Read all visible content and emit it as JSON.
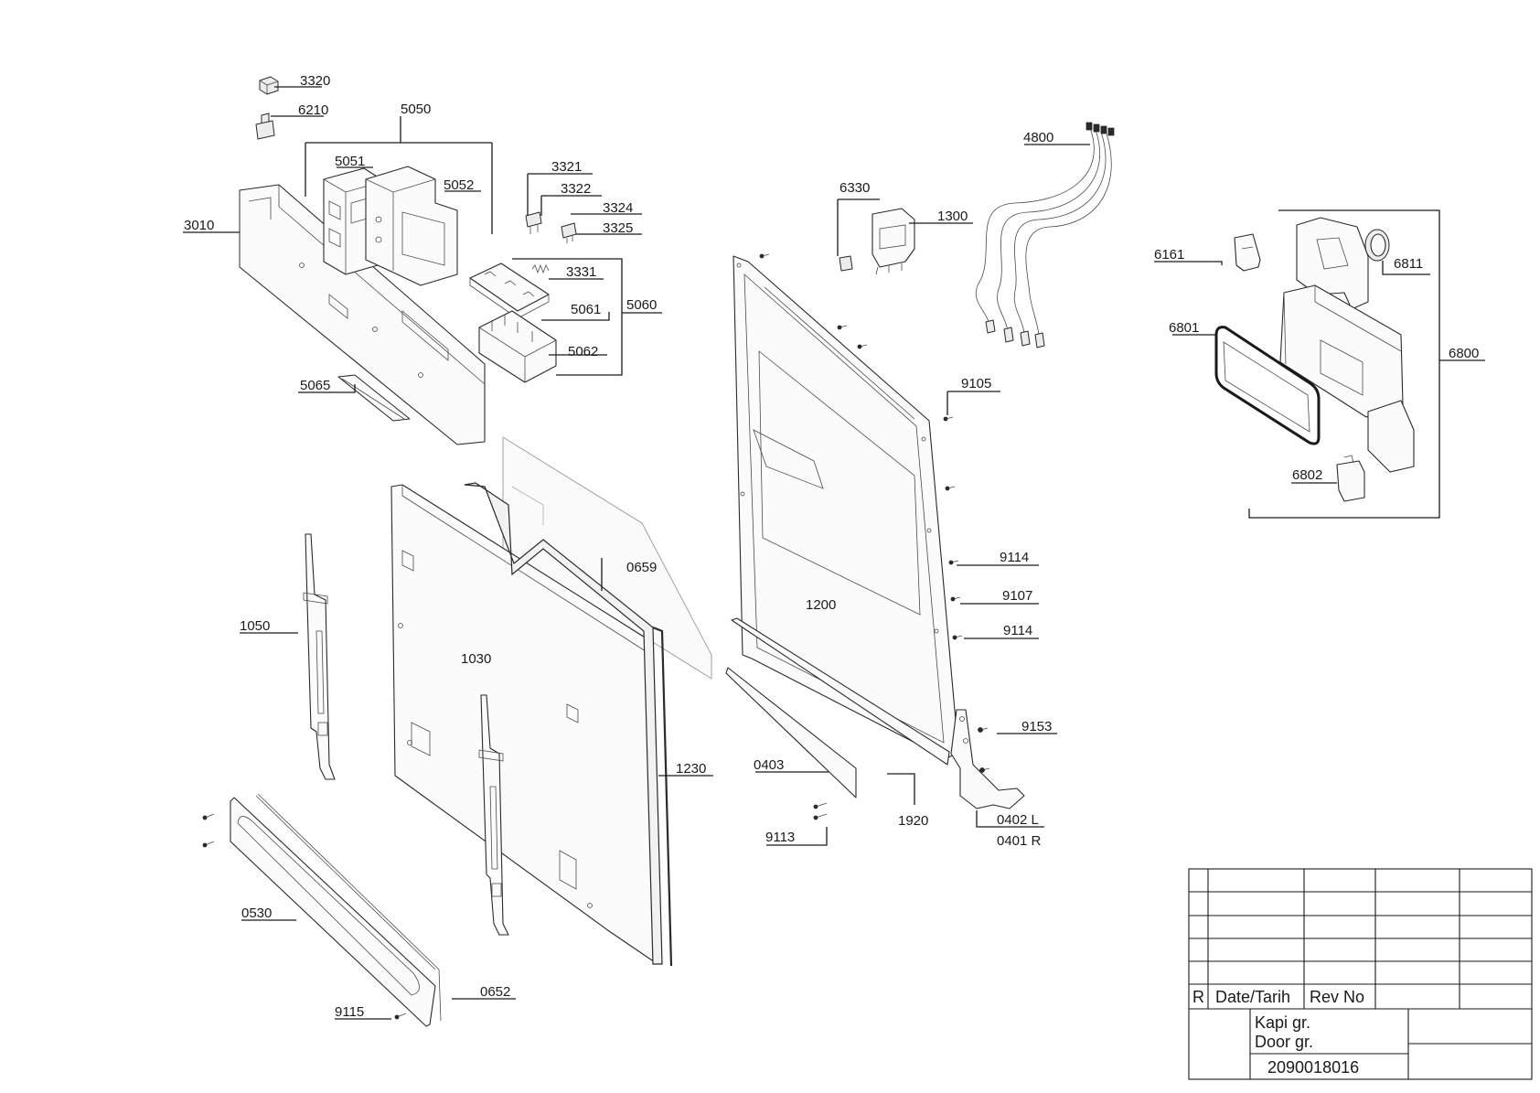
{
  "parts": {
    "p3320": "3320",
    "p6210": "6210",
    "p5050": "5050",
    "p5051": "5051",
    "p5052": "5052",
    "p3010": "3010",
    "p3321": "3321",
    "p3322": "3322",
    "p3324": "3324",
    "p3325": "3325",
    "p3331": "3331",
    "p5061": "5061",
    "p5060": "5060",
    "p5062": "5062",
    "p5065": "5065",
    "p6330": "6330",
    "p1300": "1300",
    "p4800": "4800",
    "p6161": "6161",
    "p6811": "6811",
    "p6801": "6801",
    "p6800": "6800",
    "p6802": "6802",
    "p9105": "9105",
    "p0659": "0659",
    "p1050": "1050",
    "p1030": "1030",
    "p1200": "1200",
    "p9114a": "9114",
    "p9107": "9107",
    "p9114b": "9114",
    "p1230": "1230",
    "p9153": "9153",
    "p0403": "0403",
    "p1920": "1920",
    "p0402": "0402 L",
    "p0401": "0401 R",
    "p9113": "9113",
    "p0530": "0530",
    "p0652": "0652",
    "p9115": "9115"
  },
  "title_block": {
    "r": "R",
    "date_label": "Date/Tarih",
    "rev_label": "Rev No",
    "name_tr": "Kapi gr.",
    "name_en": "Door gr.",
    "doc_number": "2090018016"
  }
}
